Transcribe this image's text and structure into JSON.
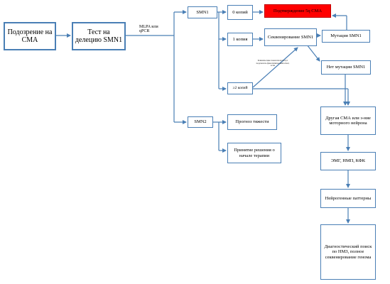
{
  "nodes": {
    "suspect_sma": "Подозрение на СМА",
    "deletion_test": "Тест на делецию SMN1",
    "smn1_branch": "SMN1",
    "copies_0": "0 копий",
    "confirm_5q": "Подтверждение 5q СМА",
    "copies_1": "1 копия",
    "sequencing_smn1": "Секвенирование SMN1",
    "mutation_smn1": "Мутация SMN1",
    "no_mutation_smn1": "Нет мутации SMN1",
    "copies_2plus": "≥2 копий",
    "smn2_branch": "SMN2",
    "severity_prognosis": "Прогноз тяжести",
    "therapy_decision": "Принятие решения о начале терапии",
    "other_sma": "Другая СМА или з-ние моторного нейрона",
    "emg": "ЭМГ, НМП, КФК",
    "neuro_patterns": "Нейрогенные паттерны",
    "diag_search": "Диагностический поиск по НМЗ, полное секвенирование генома"
  },
  "labels": {
    "method": "MLPA или qPCR",
    "clinical_note": "Клинические показатели могут подсказать фенотипический ответ, если"
  },
  "colors": {
    "line": "#4a7fb5",
    "highlight": "#ff0000"
  }
}
